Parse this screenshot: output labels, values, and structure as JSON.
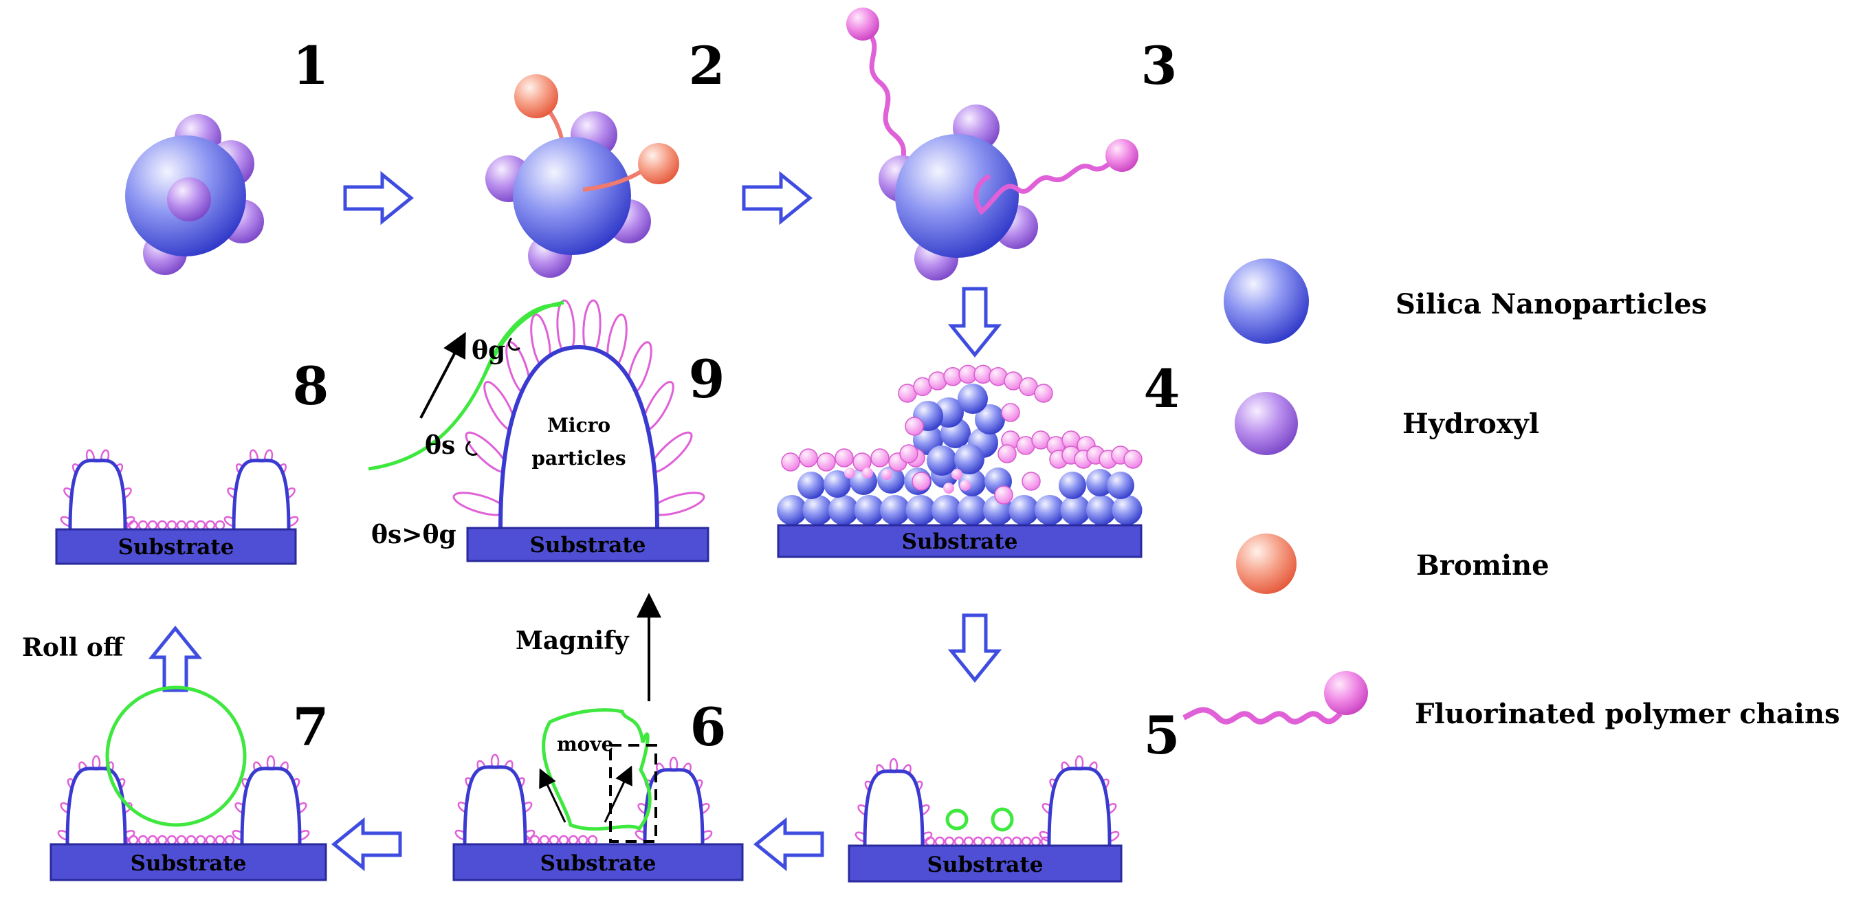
{
  "steps": [
    "1",
    "2",
    "3",
    "4",
    "5",
    "6",
    "7",
    "8",
    "9"
  ],
  "legend": {
    "silica": "Silica Nanoparticles",
    "hydroxyl": "Hydroxyl",
    "bromine": "Bromine",
    "fluorinated": "Fluorinated polymer chains"
  },
  "labels": {
    "substrate": "Substrate",
    "micro_line1": "Micro",
    "micro_line2": "particles",
    "theta_g": "θg",
    "theta_s": "θs",
    "theta_relation": "θs>θg",
    "magnify": "Magnify",
    "move": "move",
    "roll_off": "Roll off"
  },
  "colors": {
    "silica": "#5560e0",
    "hydroxyl": "#a477e6",
    "bromine": "#f4775d",
    "polymer": "#e060d8",
    "substrate": "#4f4fd6",
    "droplet": "#3ee83e",
    "arrow_outline": "#3f4ce0"
  }
}
